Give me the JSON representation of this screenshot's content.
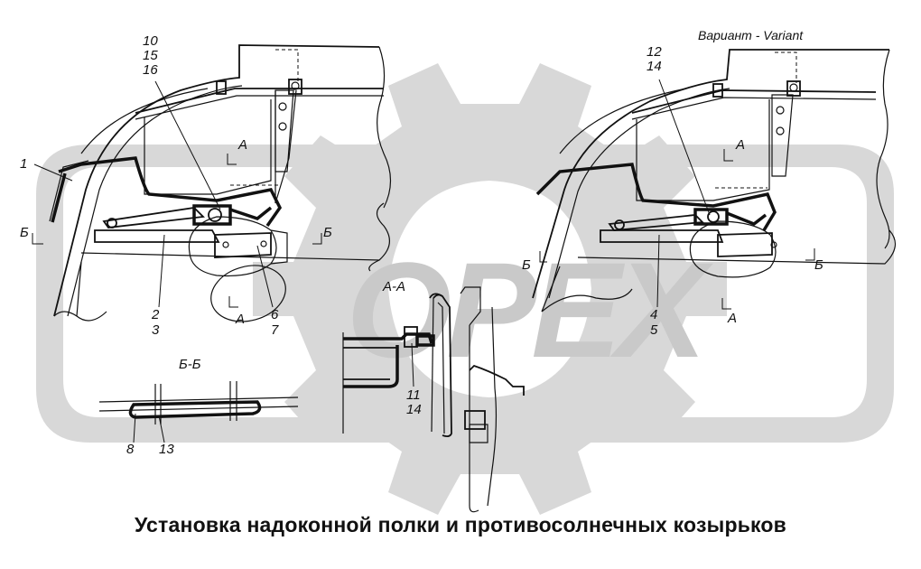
{
  "caption": "Установка надоконной полки и противосолнечных козырьков",
  "variant_label": "Вариант - Variant",
  "watermark_text": "ОРЕХ",
  "section_aa": "А-А",
  "section_bb": "Б-Б",
  "view_markers": {
    "a": "А",
    "b": "Б"
  },
  "callouts": {
    "c1": "1",
    "c2_3": [
      "2",
      "3"
    ],
    "c6_7": [
      "6",
      "7"
    ],
    "c10_15_16": [
      "10",
      "15",
      "16"
    ],
    "c12_14": [
      "12",
      "14"
    ],
    "c4_5": [
      "4",
      "5"
    ],
    "c11_14": [
      "11",
      "14"
    ],
    "c8": "8",
    "c13": "13"
  },
  "colors": {
    "line": "#111111",
    "watermark": "#d6d6d6",
    "background": "#ffffff"
  }
}
